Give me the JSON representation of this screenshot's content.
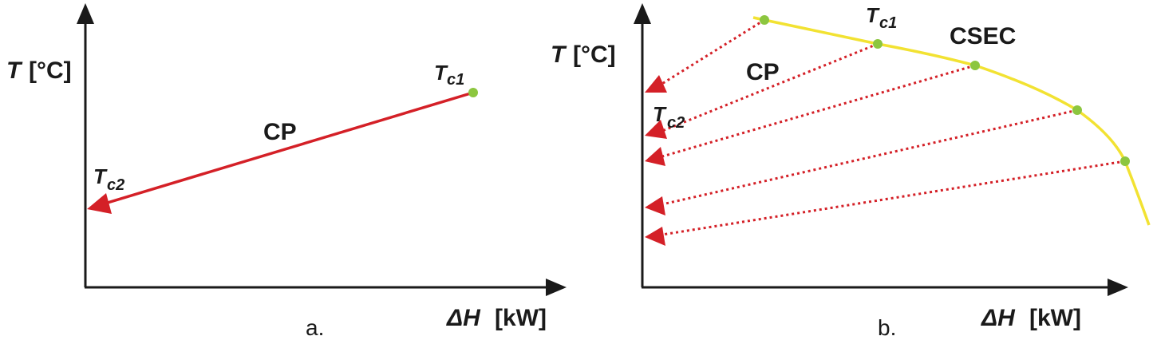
{
  "panel_a": {
    "y_axis_label": "T",
    "y_axis_unit": "[°C]",
    "x_axis_label": "ΔH",
    "x_axis_unit": "[kW]",
    "line_label": "CP",
    "start_label_main": "T",
    "start_label_sub": "c1",
    "end_label_main": "T",
    "end_label_sub": "c2",
    "caption": "a."
  },
  "panel_b": {
    "y_axis_label": "T",
    "y_axis_unit": "[°C]",
    "x_axis_label": "ΔH",
    "x_axis_unit": "[kW]",
    "curve_label": "CSEC",
    "line_label": "CP",
    "start_label_main": "T",
    "start_label_sub": "c1",
    "end_label_main": "T",
    "end_label_sub": "c2",
    "caption": "b."
  },
  "colors": {
    "axis": "#1a1a1a",
    "cp_line": "#d42027",
    "curve": "#f2e232",
    "point": "#8cc63f"
  }
}
